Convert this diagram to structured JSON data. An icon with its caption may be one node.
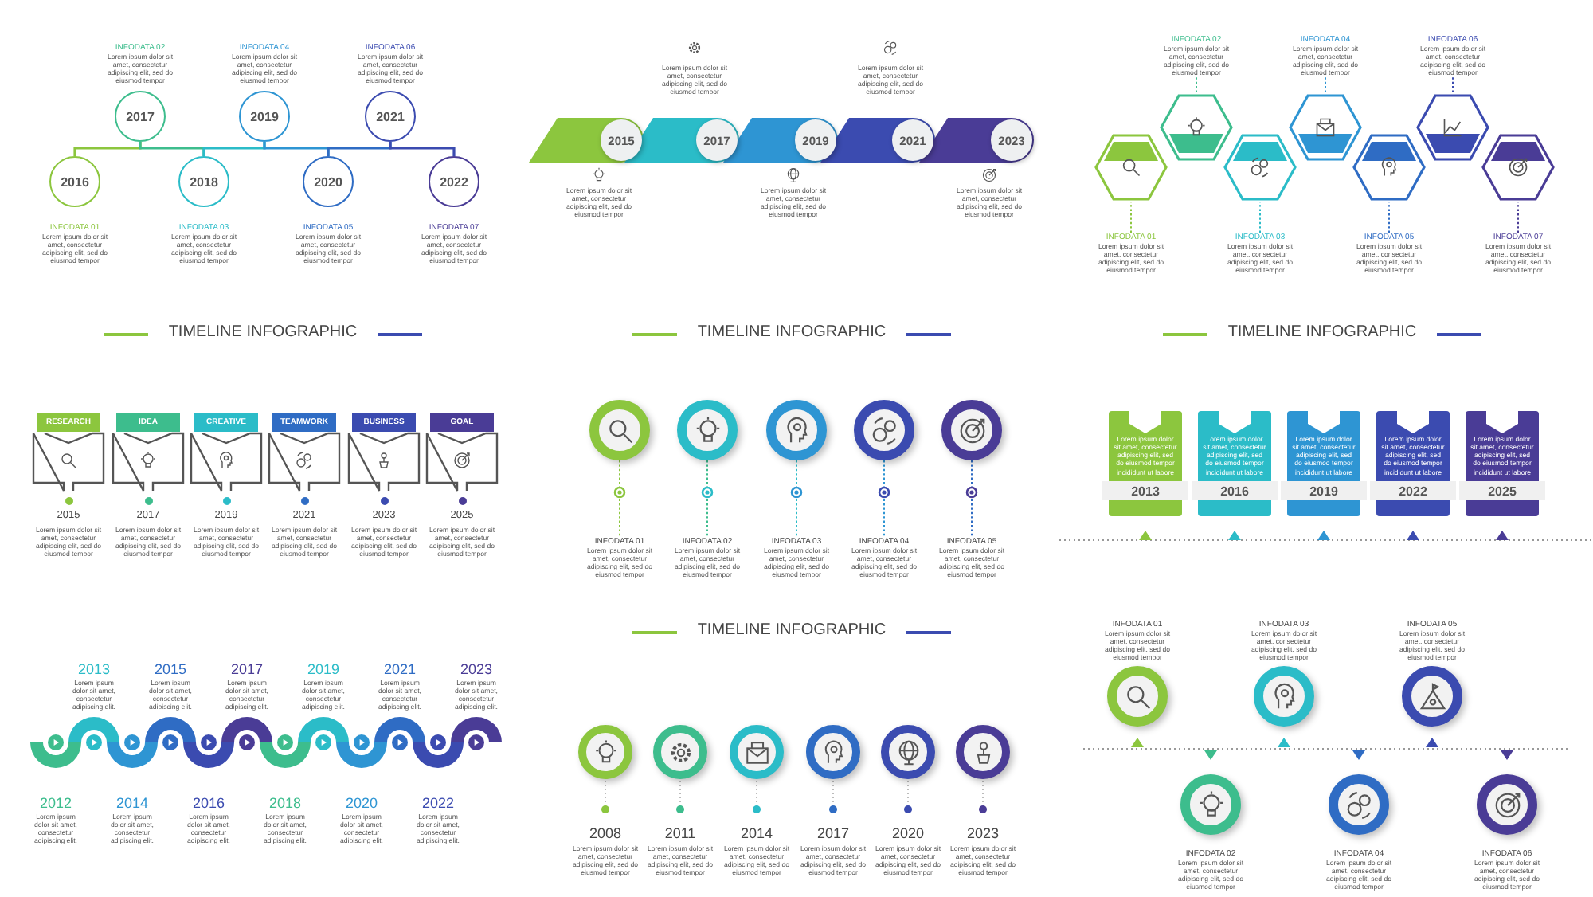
{
  "diagram": {
    "nodes": [
      {
        "text": [
          "2016"
        ],
        "beside": [
          "INFODATA 01",
          "Lorem ipsum dolor sit amet, consectetur adipiscing elit, sed do eiusmod tempor"
        ]
      },
      {
        "text": [
          "2017"
        ],
        "beside": [
          "INFODATA 02",
          "Lorem ipsum dolor sit amet, consectetur adipiscing elit, sed do eiusmod tempor"
        ]
      },
      {
        "text": [
          "2018"
        ],
        "beside": [
          "INFODATA 03",
          "Lorem ipsum dolor sit amet, consectetur adipiscing elit, sed do eiusmod tempor"
        ]
      },
      {
        "text": [
          "2019"
        ],
        "beside": [
          "INFODATA 04",
          "Lorem ipsum dolor sit amet, consectetur adipiscing elit, sed do eiusmod tempor"
        ]
      },
      {
        "text": [
          "2020"
        ],
        "beside": [
          "INFODATA 05",
          "Lorem ipsum dolor sit amet, consectetur adipiscing elit, sed do eiusmod tempor"
        ]
      },
      {
        "text": [
          "2021"
        ],
        "beside": [
          "INFODATA 06",
          "Lorem ipsum dolor sit amet, consectetur adipiscing elit, sed do eiusmod tempor"
        ]
      },
      {
        "text": [
          "2022"
        ],
        "beside": [
          "INFODATA 07",
          "Lorem ipsum dolor sit amet, consectetur adipiscing elit, sed do eiusmod tempor"
        ]
      },
      {
        "text": [
          "2015"
        ],
        "beside": [
          "Lorem ipsum dolor sit amet, consectetur adipiscing elit, sed do eiusmod tempor"
        ]
      },
      {
        "text": [
          "2017"
        ],
        "beside": [
          "Lorem ipsum dolor sit amet, consectetur adipiscing elit, sed do eiusmod tempor"
        ]
      },
      {
        "text": [
          "2019"
        ],
        "beside": [
          "Lorem ipsum dolor sit amet, consectetur adipiscing elit, sed do eiusmod tempor"
        ]
      },
      {
        "text": [
          "2021"
        ],
        "beside": [
          "Lorem ipsum dolor sit amet, consectetur adipiscing elit, sed do eiusmod tempor"
        ]
      },
      {
        "text": [
          "2023"
        ],
        "beside": [
          "Lorem ipsum dolor sit amet, consectetur adipiscing elit, sed do eiusmod tempor"
        ]
      },
      {
        "text": [],
        "shape": "hexagon"
      },
      {
        "text": [],
        "shape": "hexagon"
      },
      {
        "text": [],
        "shape": "hexagon"
      },
      {
        "text": [],
        "shape": "hexagon"
      },
      {
        "text": [],
        "shape": "hexagon"
      },
      {
        "text": [],
        "shape": "hexagon"
      },
      {
        "text": [],
        "shape": "hexagon"
      },
      {
        "text": [
          "INFODATA 01",
          "Lorem ipsum dolor sit amet, consectetur adipiscing elit, sed do eiusmod tempor"
        ]
      },
      {
        "text": [
          "INFODATA 02",
          "Lorem ipsum dolor sit amet, consectetur adipiscing elit, sed do eiusmod tempor"
        ]
      },
      {
        "text": [
          "INFODATA 03",
          "Lorem ipsum dolor sit amet, consectetur adipiscing elit, sed do eiusmod tempor"
        ]
      },
      {
        "text": [
          "INFODATA 04",
          "Lorem ipsum dolor sit amet, consectetur adipiscing elit, sed do eiusmod tempor"
        ]
      },
      {
        "text": [
          "INFODATA 05",
          "Lorem ipsum dolor sit amet, consectetur adipiscing elit, sed do eiusmod tempor"
        ]
      },
      {
        "text": [
          "INFODATA 06",
          "Lorem ipsum dolor sit amet, consectetur adipiscing elit, sed do eiusmod tempor"
        ]
      },
      {
        "text": [
          "INFODATA 07",
          "Lorem ipsum dolor sit amet, consectetur adipiscing elit, sed do eiusmod tempor"
        ]
      },
      {
        "text": [
          "RESEARCH"
        ],
        "beside": [
          "2015",
          "Lorem ipsum dolor sit amet, consectetur adipiscing elit, sed do eiusmod tempor"
        ]
      },
      {
        "text": [
          "IDEA"
        ],
        "beside": [
          "2017",
          "Lorem ipsum dolor sit amet, consectetur adipiscing elit, sed do eiusmod tempor"
        ]
      },
      {
        "text": [
          "CREATIVE"
        ],
        "beside": [
          "2019",
          "Lorem ipsum dolor sit amet, consectetur adipiscing elit, sed do eiusmod tempor"
        ]
      },
      {
        "text": [
          "TEAMWORK"
        ],
        "beside": [
          "2021",
          "Lorem ipsum dolor sit amet, consectetur adipiscing elit, sed do eiusmod tempor"
        ]
      },
      {
        "text": [
          "BUSINESS"
        ],
        "beside": [
          "2023",
          "Lorem ipsum dolor sit amet, consectetur adipiscing elit, sed do eiusmod tempor"
        ]
      },
      {
        "text": [
          "GOAL"
        ],
        "beside": [
          "2025",
          "Lorem ipsum dolor sit amet, consectetur adipiscing elit, sed do eiusmod tempor"
        ]
      },
      {
        "text": [],
        "shape": "circle"
      },
      {
        "text": [],
        "shape": "circle"
      },
      {
        "text": [],
        "shape": "circle"
      },
      {
        "text": [],
        "shape": "circle"
      },
      {
        "text": [],
        "shape": "circle"
      },
      {
        "text": [
          "INFODATA 01",
          "Lorem ipsum dolor sit amet, consectetur adipiscing elit, sed do eiusmod tempor"
        ]
      },
      {
        "text": [
          "INFODATA 02",
          "Lorem ipsum dolor sit amet, consectetur adipiscing elit, sed do eiusmod tempor"
        ]
      },
      {
        "text": [
          "INFODATA 03",
          "Lorem ipsum dolor sit amet, consectetur adipiscing elit, sed do eiusmod tempor"
        ]
      },
      {
        "text": [
          "INFODATA 04",
          "Lorem ipsum dolor sit amet, consectetur adipiscing elit, sed do eiusmod tempor"
        ]
      },
      {
        "text": [
          "INFODATA 05",
          "Lorem ipsum dolor sit amet, consectetur adipiscing elit, sed do eiusmod tempor"
        ]
      },
      {
        "text": [
          "Lorem ipsum dolor sit amet, consectetur adipiscing elit, sed do eiusmod tempor incididunt ut labore",
          "2013"
        ]
      },
      {
        "text": [
          "Lorem ipsum dolor sit amet, consectetur adipiscing elit, sed do eiusmod tempor incididunt ut labore",
          "2016"
        ]
      },
      {
        "text": [
          "Lorem ipsum dolor sit amet, consectetur adipiscing elit, sed do eiusmod tempor incididunt ut labore",
          "2019"
        ]
      },
      {
        "text": [
          "Lorem ipsum dolor sit amet, consectetur adipiscing elit, sed do eiusmod tempor incididunt ut labore",
          "2022"
        ]
      },
      {
        "text": [
          "Lorem ipsum dolor sit amet, consectetur adipiscing elit, sed do eiusmod tempor incididunt ut labore",
          "2025"
        ]
      },
      {
        "text": [],
        "shape": "arc",
        "beside": [
          "2012",
          "Lorem ipsum dolor sit amet, consectetur adipiscing elit."
        ]
      },
      {
        "text": [],
        "shape": "arc",
        "beside": [
          "2013",
          "Lorem ipsum dolor sit amet, consectetur adipiscing elit."
        ]
      },
      {
        "text": [],
        "shape": "arc",
        "beside": [
          "2014",
          "Lorem ipsum dolor sit amet, consectetur adipiscing elit."
        ]
      },
      {
        "text": [],
        "shape": "arc",
        "beside": [
          "2015",
          "Lorem ipsum dolor sit amet, consectetur adipiscing elit."
        ]
      },
      {
        "text": [],
        "shape": "arc",
        "beside": [
          "2016",
          "Lorem ipsum dolor sit amet, consectetur adipiscing elit."
        ]
      },
      {
        "text": [],
        "shape": "arc",
        "beside": [
          "2017",
          "Lorem ipsum dolor sit amet, consectetur adipiscing elit."
        ]
      },
      {
        "text": [],
        "shape": "arc",
        "beside": [
          "2018",
          "Lorem ipsum dolor sit amet, consectetur adipiscing elit."
        ]
      },
      {
        "text": [],
        "shape": "arc",
        "beside": [
          "2019",
          "Lorem ipsum dolor sit amet, consectetur adipiscing elit."
        ]
      },
      {
        "text": [],
        "shape": "arc",
        "beside": [
          "2020",
          "Lorem ipsum dolor sit amet, consectetur adipiscing elit."
        ]
      },
      {
        "text": [],
        "shape": "arc",
        "beside": [
          "2021",
          "Lorem ipsum dolor sit amet, consectetur adipiscing elit."
        ]
      },
      {
        "text": [],
        "shape": "arc",
        "beside": [
          "2022",
          "Lorem ipsum dolor sit amet, consectetur adipiscing elit."
        ]
      },
      {
        "text": [],
        "shape": "arc",
        "beside": [
          "2023",
          "Lorem ipsum dolor sit amet, consectetur adipiscing elit."
        ]
      },
      {
        "text": [],
        "shape": "circle",
        "beside": [
          "2008",
          "Lorem ipsum dolor sit amet, consectetur adipiscing elit, sed do eiusmod tempor"
        ]
      },
      {
        "text": [],
        "shape": "circle",
        "beside": [
          "2011",
          "Lorem ipsum dolor sit amet, consectetur adipiscing elit, sed do eiusmod tempor"
        ]
      },
      {
        "text": [],
        "shape": "circle",
        "beside": [
          "2014",
          "Lorem ipsum dolor sit amet, consectetur adipiscing elit, sed do eiusmod tempor"
        ]
      },
      {
        "text": [],
        "shape": "circle",
        "beside": [
          "2017",
          "Lorem ipsum dolor sit amet, consectetur adipiscing elit, sed do eiusmod tempor"
        ]
      },
      {
        "text": [],
        "shape": "circle",
        "beside": [
          "2020",
          "Lorem ipsum dolor sit amet, consectetur adipiscing elit, sed do eiusmod tempor"
        ]
      },
      {
        "text": [],
        "shape": "circle",
        "beside": [
          "2023",
          "Lorem ipsum dolor sit amet, consectetur adipiscing elit, sed do eiusmod tempor"
        ]
      },
      {
        "text": [],
        "shape": "circle",
        "beside": [
          "INFODATA 01",
          "Lorem ipsum dolor sit amet, consectetur adipiscing elit, sed do eiusmod tempor"
        ]
      },
      {
        "text": [],
        "shape": "circle",
        "beside": [
          "INFODATA 02",
          "Lorem ipsum dolor sit amet, consectetur adipiscing elit, sed do eiusmod tempor"
        ]
      },
      {
        "text": [],
        "shape": "circle",
        "beside": [
          "INFODATA 03",
          "Lorem ipsum dolor sit amet, consectetur adipiscing elit, sed do eiusmod tempor"
        ]
      },
      {
        "text": [],
        "shape": "circle",
        "beside": [
          "INFODATA 04",
          "Lorem ipsum dolor sit amet, consectetur adipiscing elit, sed do eiusmod tempor"
        ]
      },
      {
        "text": [],
        "shape": "circle",
        "beside": [
          "INFODATA 05",
          "Lorem ipsum dolor sit amet, consectetur adipiscing elit, sed do eiusmod tempor"
        ]
      },
      {
        "text": [],
        "shape": "circle",
        "beside": [
          "INFODATA 06",
          "Lorem ipsum dolor sit amet, consectetur adipiscing elit, sed do eiusmod tempor"
        ]
      }
    ],
    "edges": [
      {
        "from": 0,
        "to": 1,
        "arrow": "none",
        "color": "#8cc63e"
      },
      {
        "from": 1,
        "to": 2,
        "arrow": "none",
        "color": "#3dbd8d"
      },
      {
        "from": 2,
        "to": 3,
        "arrow": "none",
        "color": "#2bbcc8"
      },
      {
        "from": 3,
        "to": 4,
        "arrow": "none",
        "color": "#2e95d3"
      },
      {
        "from": 4,
        "to": 5,
        "arrow": "none",
        "color": "#2f6cc4"
      },
      {
        "from": 5,
        "to": 6,
        "arrow": "none",
        "color": "#3b4bb0"
      },
      {
        "from": 19,
        "to": 12,
        "arrow": "none",
        "style": "dashed",
        "color": "#8cc63e"
      },
      {
        "from": 20,
        "to": 13,
        "arrow": "none",
        "style": "dashed",
        "color": "#3dbd8d"
      },
      {
        "from": 21,
        "to": 14,
        "arrow": "none",
        "style": "dashed",
        "color": "#2bbcc8"
      },
      {
        "from": 22,
        "to": 15,
        "arrow": "none",
        "style": "dashed",
        "color": "#2e95d3"
      },
      {
        "from": 23,
        "to": 16,
        "arrow": "none",
        "style": "dashed",
        "color": "#2f6cc4"
      },
      {
        "from": 24,
        "to": 17,
        "arrow": "none",
        "style": "dashed",
        "color": "#3b4bb0"
      },
      {
        "from": 25,
        "to": 18,
        "arrow": "none",
        "style": "dashed",
        "color": "#4a3c96"
      },
      {
        "from": 32,
        "to": 37,
        "arrow": "none",
        "style": "dashed",
        "color": "#8cc63e"
      },
      {
        "from": 33,
        "to": 38,
        "arrow": "none",
        "style": "dashed",
        "color": "#3dbd8d"
      },
      {
        "from": 34,
        "to": 39,
        "arrow": "none",
        "style": "dashed",
        "color": "#2bbcc8"
      },
      {
        "from": 35,
        "to": 40,
        "arrow": "none",
        "style": "dashed",
        "color": "#2e95d3"
      },
      {
        "from": 36,
        "to": 41,
        "arrow": "none",
        "style": "dashed",
        "color": "#2f6cc4"
      }
    ],
    "labels": [
      "TIMELINE INFOGRAPHIC",
      "TIMELINE INFOGRAPHIC",
      "TIMELINE INFOGRAPHIC",
      "TIMELINE INFOGRAPHIC"
    ]
  }
}
